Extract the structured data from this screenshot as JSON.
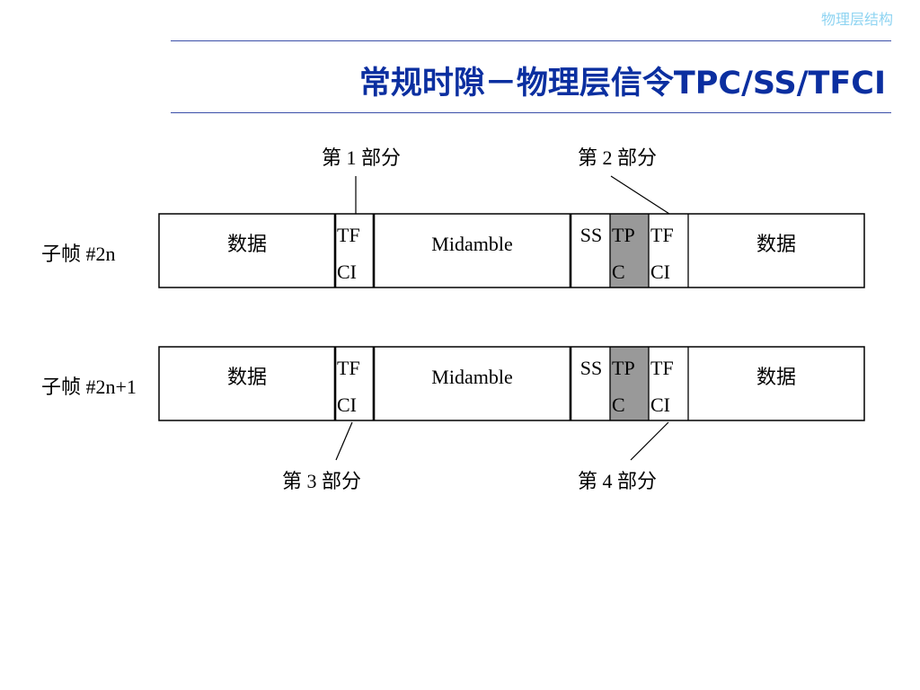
{
  "header": {
    "section_tag": "物理层结构",
    "title": "常规时隙－物理层信令TPC/SS/TFCI"
  },
  "diagram": {
    "frames": [
      {
        "label": "子帧  #2n",
        "cells": [
          {
            "lines": [
              "数据"
            ]
          },
          {
            "lines": [
              "TF",
              "CI"
            ]
          },
          {
            "lines": [
              "Midamble"
            ]
          },
          {
            "lines": [
              "SS"
            ]
          },
          {
            "lines": [
              "TP",
              "C"
            ],
            "shaded": true
          },
          {
            "lines": [
              "TF",
              "CI"
            ]
          },
          {
            "lines": [
              "数据"
            ]
          }
        ]
      },
      {
        "label": "子帧  #2n+1",
        "cells": [
          {
            "lines": [
              "数据"
            ]
          },
          {
            "lines": [
              "TF",
              "CI"
            ]
          },
          {
            "lines": [
              "Midamble"
            ]
          },
          {
            "lines": [
              "SS"
            ]
          },
          {
            "lines": [
              "TP",
              "C"
            ],
            "shaded": true
          },
          {
            "lines": [
              "TF",
              "CI"
            ]
          },
          {
            "lines": [
              "数据"
            ]
          }
        ]
      }
    ],
    "callouts": [
      "第 1 部分",
      "第 2 部分",
      "第 3 部分",
      "第 4 部分"
    ],
    "colors": {
      "shade": "#999999",
      "line": "#000000"
    }
  }
}
